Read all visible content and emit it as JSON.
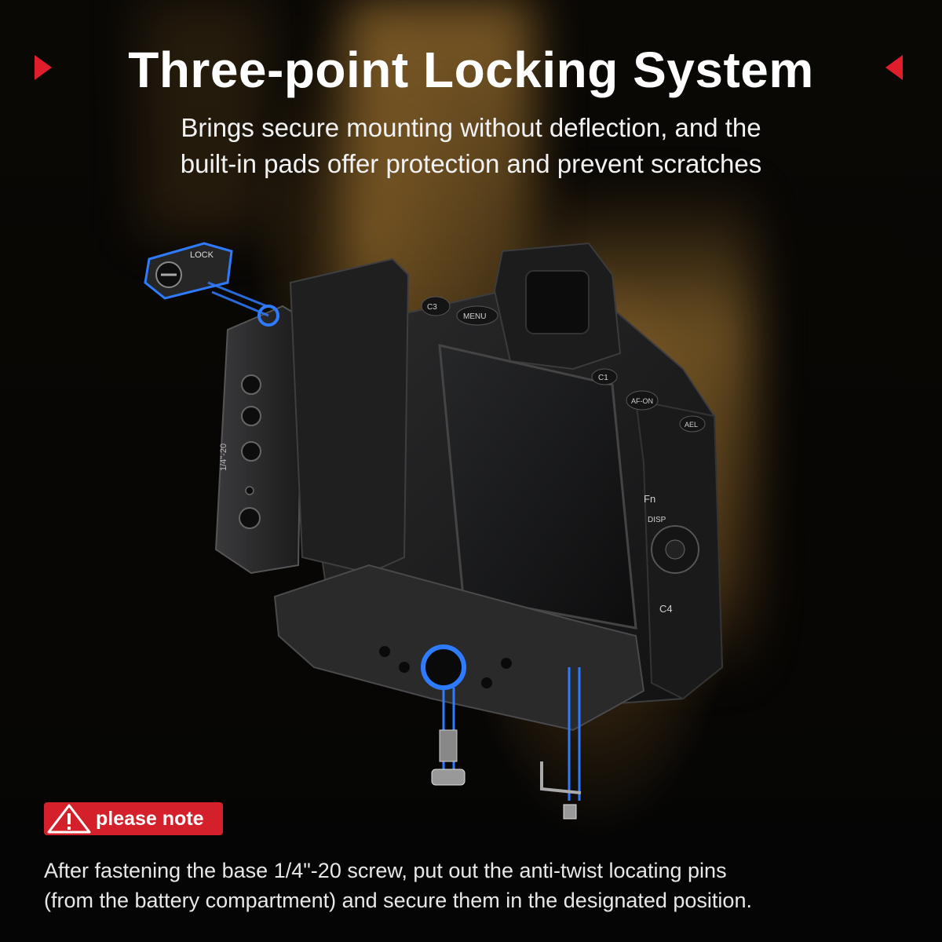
{
  "header": {
    "title": "Three-point Locking System",
    "subtitle_line1": "Brings secure mounting without deflection, and the",
    "subtitle_line2": "built-in pads offer protection and prevent scratches"
  },
  "product_labels": {
    "lock_label": "LOCK",
    "thread_label": "1/4\"-20",
    "c3": "C3",
    "menu": "MENU",
    "c1": "C1",
    "af_on": "AF-ON",
    "ael": "AEL",
    "fn": "Fn",
    "disp": "DISP",
    "c4": "C4"
  },
  "note": {
    "badge_label": "please note",
    "line1": "After fastening the base 1/4\"-20 screw, put out the anti-twist locating pins",
    "line2": "(from the battery compartment) and secure them in the designated position."
  },
  "colors": {
    "accent_red": "#e01e2b",
    "highlight_blue": "#2f7bff",
    "background": "#050505"
  }
}
